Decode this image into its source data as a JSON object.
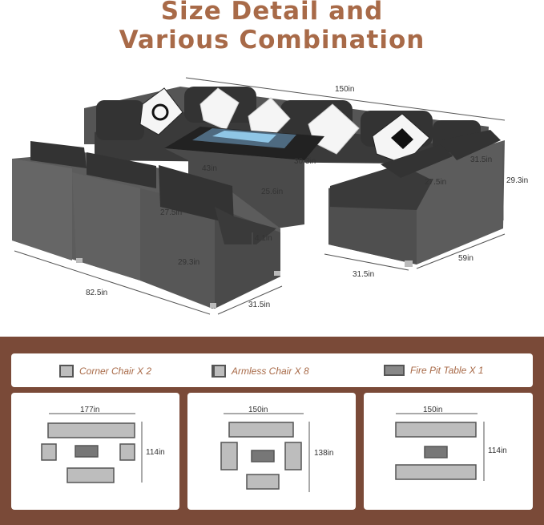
{
  "title": {
    "line1": "Size Detail and",
    "line2": "Various Combination"
  },
  "dimensions": {
    "top_width": "150in",
    "height_right": "29.3in",
    "depth_right": "31.5in",
    "seat_depth_right": "27.5in",
    "table_depth": "30.3in",
    "table_width": "43in",
    "table_height": "25.6in",
    "seat_depth_left": "27.5in",
    "cushion_thickness": "4.1in",
    "height_left": "29.3in",
    "length_left": "82.5in",
    "depth_left": "31.5in",
    "depth_mid_right": "31.5in",
    "length_right": "59in"
  },
  "legend": {
    "corner": "Corner Chair X 2",
    "armless": "Armless Chair X 8",
    "table": "Fire Pit Table X 1"
  },
  "combos": [
    {
      "width": "177in",
      "depth": "114in"
    },
    {
      "width": "150in",
      "depth": "138in"
    },
    {
      "width": "150in",
      "depth": "114in"
    }
  ],
  "colors": {
    "title": "#a86a48",
    "band": "#7a4a38",
    "wicker": "#5c5c5c",
    "cushion": "#3a3a3a"
  }
}
